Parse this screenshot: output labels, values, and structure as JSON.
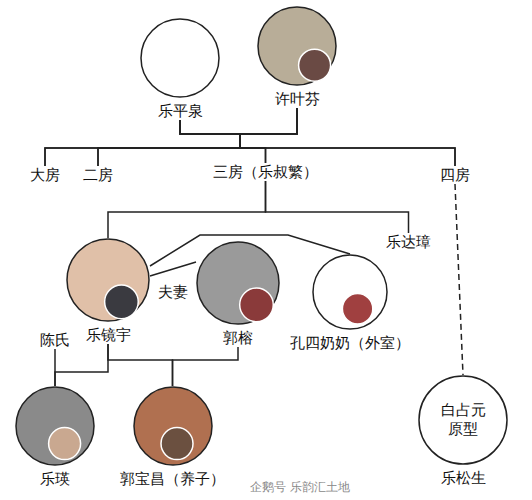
{
  "diagram": {
    "nodes": [
      {
        "text": [
          "乐平泉"
        ]
      },
      {
        "text": [
          "许叶芬"
        ]
      },
      {
        "text": [
          "大房"
        ]
      },
      {
        "text": [
          "二房"
        ]
      },
      {
        "text": [
          "三房（乐叔繁）"
        ]
      },
      {
        "text": [
          "四房"
        ]
      },
      {
        "text": [
          "乐达璋"
        ]
      },
      {
        "text": [
          "乐镜宇"
        ]
      },
      {
        "text": [
          "郭榕"
        ]
      },
      {
        "text": [
          "孔四奶奶（外室）"
        ]
      },
      {
        "text": [
          "陈氏"
        ]
      },
      {
        "text": [
          "乐瑛"
        ]
      },
      {
        "text": [
          "郭宝昌（养子）"
        ]
      },
      {
        "text": [
          "白占元 原型",
          "乐松生"
        ]
      }
    ],
    "edges": [
      {
        "from": 0,
        "to": 2,
        "arrow": "none"
      },
      {
        "from": 0,
        "to": 3,
        "arrow": "none"
      },
      {
        "from": 0,
        "to": 4,
        "arrow": "none"
      },
      {
        "from": 0,
        "to": 5,
        "arrow": "none"
      },
      {
        "from": 1,
        "to": 2,
        "arrow": "none"
      },
      {
        "from": 1,
        "to": 3,
        "arrow": "none"
      },
      {
        "from": 1,
        "to": 4,
        "arrow": "none"
      },
      {
        "from": 1,
        "to": 5,
        "arrow": "none"
      },
      {
        "from": 4,
        "to": 7,
        "arrow": "none"
      },
      {
        "from": 4,
        "to": 6,
        "arrow": "none"
      },
      {
        "from": 7,
        "to": 8,
        "label": "夫妻",
        "arrow": "none"
      },
      {
        "from": 7,
        "to": 9,
        "arrow": "none"
      },
      {
        "from": 10,
        "to": 11,
        "arrow": "none"
      },
      {
        "from": 7,
        "to": 11,
        "arrow": "none"
      },
      {
        "from": 7,
        "to": 12,
        "arrow": "none"
      },
      {
        "from": 8,
        "to": 12,
        "arrow": "none"
      },
      {
        "from": 5,
        "to": 13,
        "arrow": "none"
      }
    ],
    "labels": [
      "企鹅号 乐韵汇土地"
    ]
  }
}
